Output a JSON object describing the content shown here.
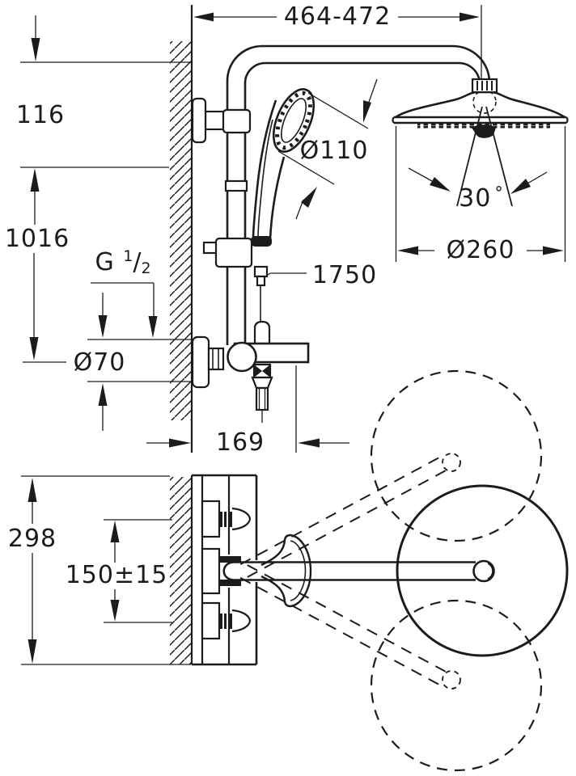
{
  "drawing": {
    "title_hint": "shower-system-dimensional-drawing",
    "line_color": "#1c1c1c",
    "background": "#ffffff",
    "labels": {
      "arm_reach": "464-472",
      "arm_drop": "116",
      "rail_height": "1016",
      "thread": {
        "prefix": "G",
        "numerator": "1",
        "slash": "/",
        "denominator": "2"
      },
      "wall_union_diameter": "Ø70",
      "hand_shower_diameter": "Ø110",
      "hose_length": "1750",
      "spray_angle": {
        "value": "30",
        "unit": "°"
      },
      "head_shower_diameter": "Ø260",
      "projection": "169",
      "trim_width": "298",
      "inlet_spacing": "150±15"
    }
  }
}
